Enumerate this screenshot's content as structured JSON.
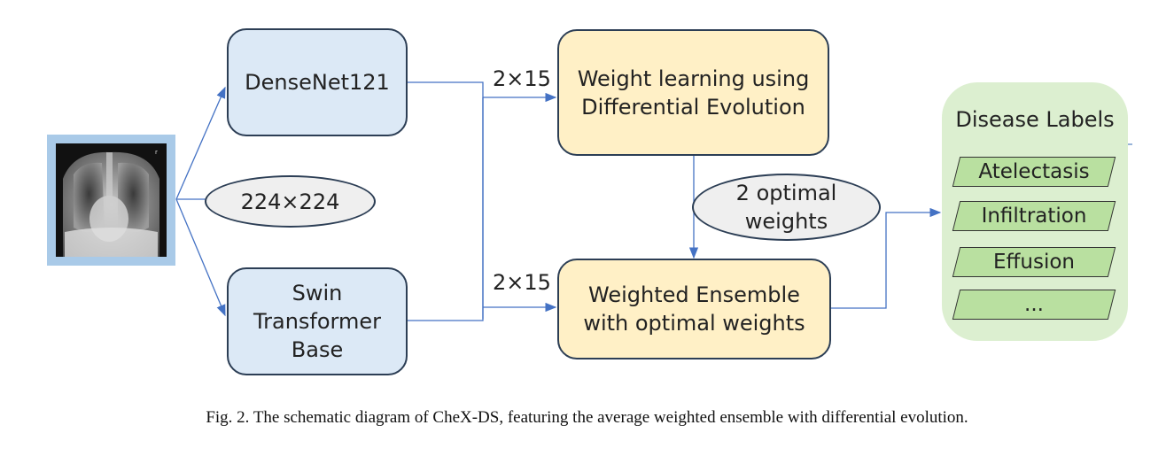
{
  "diagram": {
    "input_size": "224×224",
    "models": {
      "densenet": "DenseNet121",
      "swin": [
        "Swin",
        "Transformer",
        "Base"
      ]
    },
    "output_dims": {
      "top": "2×15",
      "bottom": "2×15"
    },
    "weight_learning": [
      "Weight learning using",
      "Differential Evolution"
    ],
    "optimal_weights": [
      "2 optimal",
      "weights"
    ],
    "ensemble": [
      "Weighted Ensemble",
      "with optimal weights"
    ],
    "disease_panel": {
      "title": "Disease Labels",
      "labels": [
        "Atelectasis",
        "Infiltration",
        "Effusion",
        "..."
      ]
    },
    "colors": {
      "model_box": "#dce9f6",
      "process_box": "#fff0c6",
      "ellipse": "#efefef",
      "panel": "#dcefd0",
      "label_fill": "#b9e0a0",
      "arrow": "#4472c4"
    }
  },
  "caption": "Fig. 2.  The schematic diagram of CheX-DS, featuring the average weighted ensemble with differential evolution."
}
